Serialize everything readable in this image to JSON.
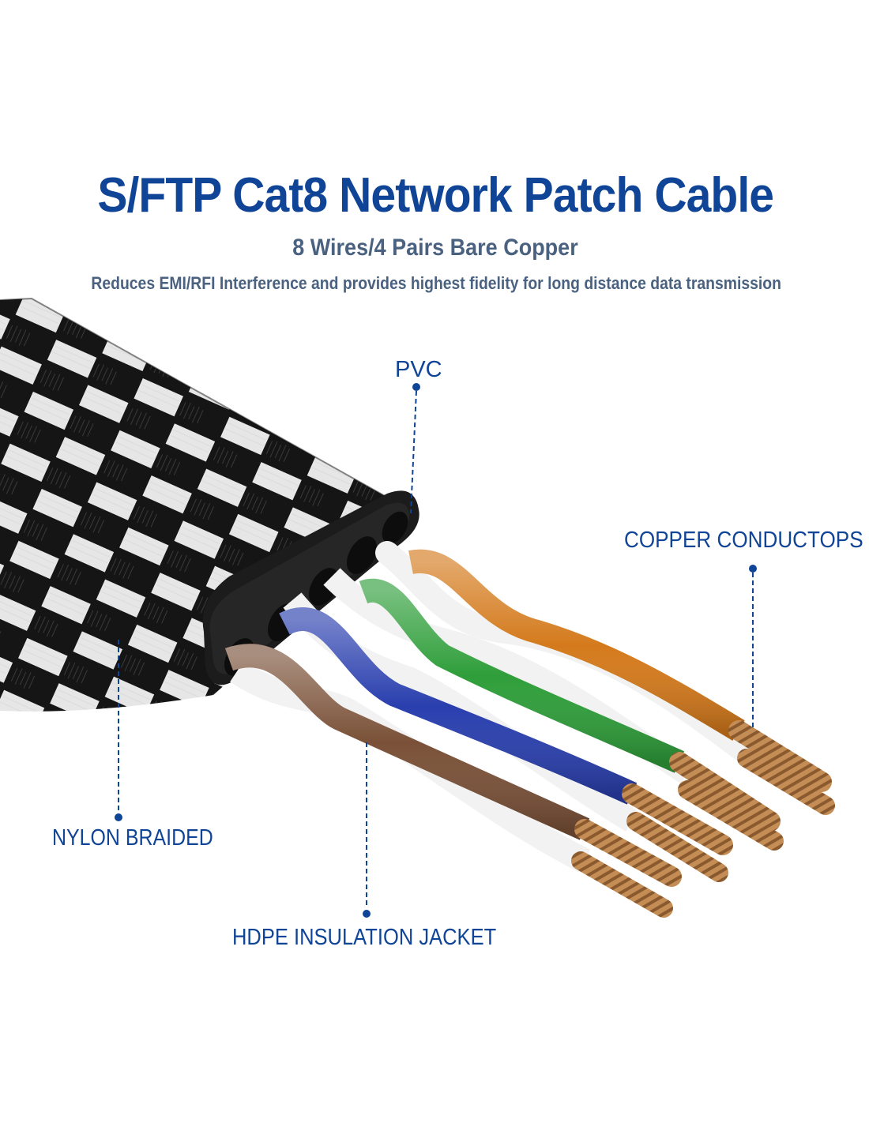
{
  "header": {
    "title": "S/FTP Cat8 Network Patch Cable",
    "subtitle": "8 Wires/4 Pairs Bare Copper",
    "tagline": "Reduces EMI/RFI Interference and provides highest fidelity for long distance data transmission"
  },
  "callouts": {
    "pvc": "PVC",
    "copper": "COPPER CONDUCTOPS",
    "nylon": "NYLON BRAIDED",
    "hdpe": "HDPE INSULATION JACKET"
  },
  "colors": {
    "brand_blue": "#0f4496",
    "subtext": "#4a6280",
    "wire_brown": "#7a5138",
    "wire_blue": "#2a3fae",
    "wire_green": "#2f9e3a",
    "wire_orange": "#d47a1c",
    "copper": "#b8844e"
  }
}
